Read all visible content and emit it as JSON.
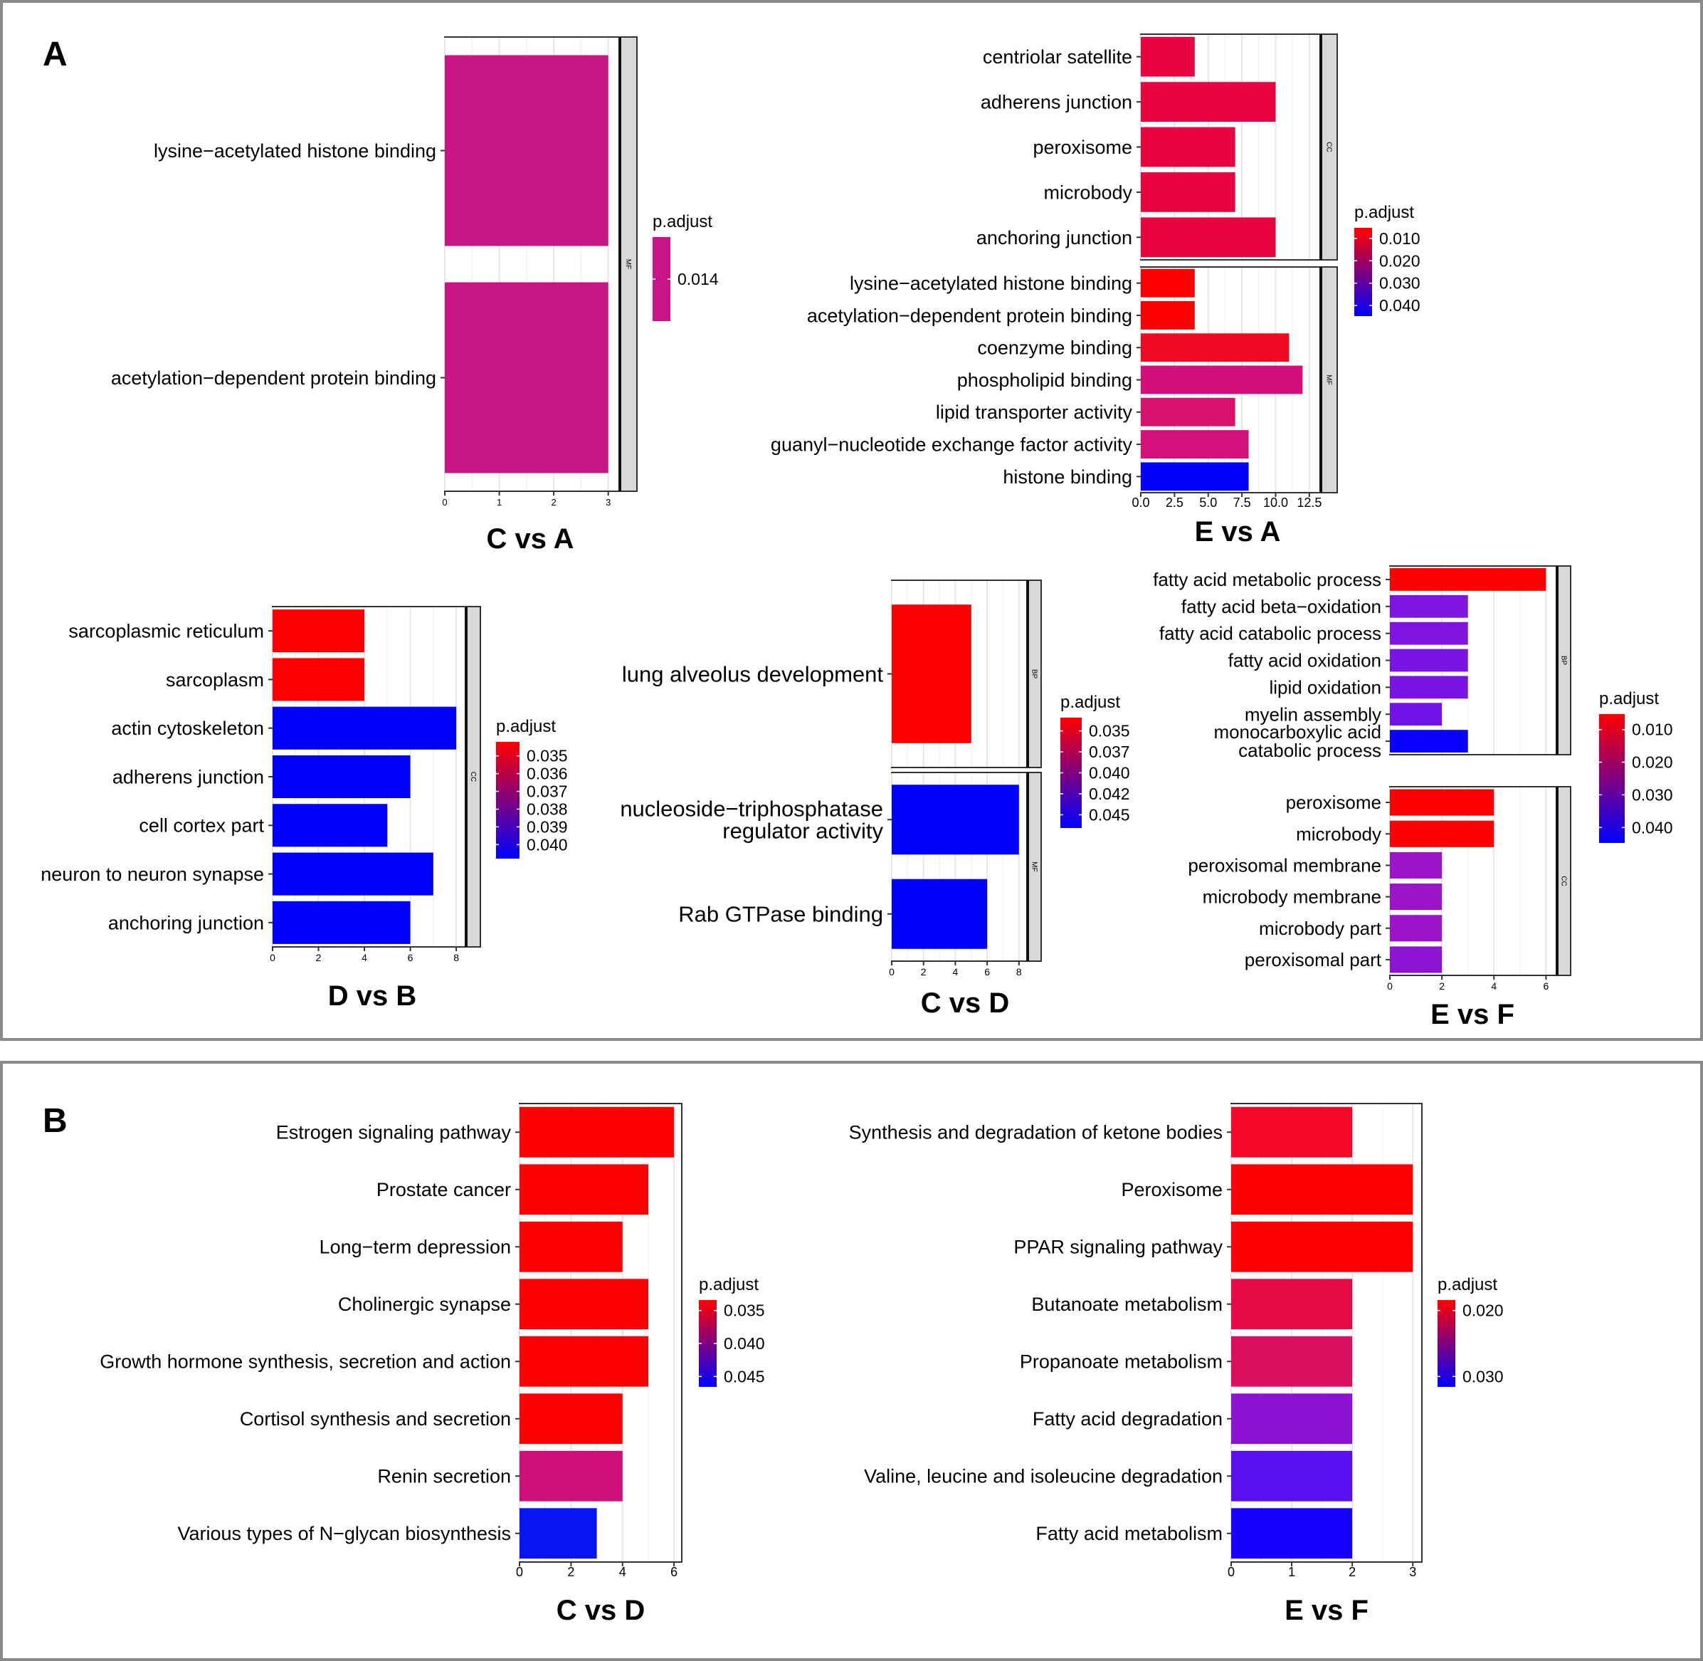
{
  "panels": {
    "A": {
      "label": "A"
    },
    "B": {
      "label": "B"
    }
  },
  "legend_title": "p.adjust",
  "chart_data": [
    {
      "id": "C_vs_A_GO",
      "type": "bar",
      "orientation": "horizontal",
      "title": "C vs A",
      "xlim": [
        0,
        3.2
      ],
      "xticks": [
        "0",
        "1",
        "2",
        "3"
      ],
      "xtick_values": [
        0,
        1,
        2,
        3
      ],
      "facets": [
        {
          "strip": "MF",
          "categories": [
            "lysine−acetylated histone binding",
            "acetylation−dependent protein binding"
          ],
          "values": [
            3,
            3
          ],
          "colors": [
            "#C71585",
            "#C71585"
          ]
        }
      ],
      "legend": {
        "title": "p.adjust",
        "labels": [
          "0.014"
        ],
        "gradient": [
          "#C71585",
          "#C71585"
        ]
      }
    },
    {
      "id": "E_vs_A_GO",
      "type": "bar",
      "orientation": "horizontal",
      "title": "E vs A",
      "xlim": [
        0,
        13.3
      ],
      "xticks": [
        "0.0",
        "2.5",
        "5.0",
        "7.5",
        "10.0",
        "12.5"
      ],
      "xtick_values": [
        0,
        2.5,
        5,
        7.5,
        10,
        12.5
      ],
      "facets": [
        {
          "strip": "CC",
          "categories": [
            "centriolar satellite",
            "adherens junction",
            "peroxisome",
            "microbody",
            "anchoring junction"
          ],
          "values": [
            4,
            10,
            7,
            7,
            10
          ],
          "colors": [
            "#E8053F",
            "#E8053F",
            "#E8053F",
            "#E8053F",
            "#E8053F"
          ]
        },
        {
          "strip": "MF",
          "categories": [
            "lysine−acetylated histone binding",
            "acetylation−dependent protein binding",
            "coenzyme binding",
            "phospholipid binding",
            "lipid transporter activity",
            "guanyl−nucleotide exchange factor activity",
            "histone binding"
          ],
          "values": [
            4,
            4,
            11,
            12,
            7,
            8,
            8
          ],
          "colors": [
            "#FF0000",
            "#FF0000",
            "#F00920",
            "#D30F7A",
            "#D8106E",
            "#D4107A",
            "#0000FF"
          ]
        }
      ],
      "legend": {
        "title": "p.adjust",
        "labels": [
          "0.010",
          "0.020",
          "0.030",
          "0.040"
        ],
        "gradient": [
          "#FF0000",
          "#0000FF"
        ]
      }
    },
    {
      "id": "D_vs_B_GO",
      "type": "bar",
      "orientation": "horizontal",
      "title": "D vs B",
      "xlim": [
        0,
        8.4
      ],
      "xticks": [
        "0",
        "2",
        "4",
        "6",
        "8"
      ],
      "xtick_values": [
        0,
        2,
        4,
        6,
        8
      ],
      "facets": [
        {
          "strip": "CC",
          "categories": [
            "sarcoplasmic reticulum",
            "sarcoplasm",
            "actin cytoskeleton",
            "adherens junction",
            "cell cortex part",
            "neuron to neuron synapse",
            "anchoring junction"
          ],
          "values": [
            4,
            4,
            8,
            6,
            5,
            7,
            6
          ],
          "colors": [
            "#FF0000",
            "#FF0000",
            "#0000FF",
            "#0000FF",
            "#0000FF",
            "#0000FF",
            "#0000FF"
          ]
        }
      ],
      "legend": {
        "title": "p.adjust",
        "labels": [
          "0.035",
          "0.036",
          "0.037",
          "0.038",
          "0.039",
          "0.040"
        ],
        "gradient": [
          "#FF0000",
          "#0000FF"
        ]
      }
    },
    {
      "id": "C_vs_D_GO",
      "type": "bar",
      "orientation": "horizontal",
      "title": "C vs D",
      "xlim": [
        0,
        8.5
      ],
      "xticks": [
        "0",
        "2",
        "4",
        "6",
        "8"
      ],
      "xtick_values": [
        0,
        2,
        4,
        6,
        8
      ],
      "facets": [
        {
          "strip": "BP",
          "categories": [
            "lung alveolus development"
          ],
          "values": [
            5
          ],
          "colors": [
            "#FF0000"
          ]
        },
        {
          "strip": "MF",
          "categories": [
            "nucleoside−triphosphatase\nregulator activity",
            "Rab GTPase binding"
          ],
          "values": [
            8,
            6
          ],
          "colors": [
            "#0000FF",
            "#0000FF"
          ]
        }
      ],
      "legend": {
        "title": "p.adjust",
        "labels": [
          "0.035",
          "0.037",
          "0.040",
          "0.042",
          "0.045"
        ],
        "gradient": [
          "#FF0000",
          "#0000FF"
        ]
      }
    },
    {
      "id": "E_vs_F_GO",
      "type": "bar",
      "orientation": "horizontal",
      "title": "E vs F",
      "xlim": [
        0,
        6.4
      ],
      "xticks": [
        "0",
        "2",
        "4",
        "6"
      ],
      "xtick_values": [
        0,
        2,
        4,
        6
      ],
      "facets": [
        {
          "strip": "BP",
          "categories": [
            "fatty acid metabolic process",
            "fatty acid beta−oxidation",
            "fatty acid catabolic process",
            "fatty acid oxidation",
            "lipid oxidation",
            "myelin assembly",
            "monocarboxylic acid\ncatabolic process"
          ],
          "values": [
            6,
            3,
            3,
            3,
            3,
            2,
            3
          ],
          "colors": [
            "#FF0000",
            "#7F14E0",
            "#7F14E0",
            "#7A14E3",
            "#7A14E3",
            "#7012E8",
            "#0A00FF"
          ]
        },
        {
          "strip": "CC",
          "categories": [
            "peroxisome",
            "microbody",
            "peroxisomal membrane",
            "microbody membrane",
            "microbody part",
            "peroxisomal part"
          ],
          "values": [
            4,
            4,
            2,
            2,
            2,
            2
          ],
          "colors": [
            "#FF0000",
            "#FF0000",
            "#9A15C8",
            "#9A15C8",
            "#9A15C8",
            "#8C14D2"
          ]
        }
      ],
      "legend": {
        "title": "p.adjust",
        "labels": [
          "0.010",
          "0.020",
          "0.030",
          "0.040"
        ],
        "gradient": [
          "#FF0000",
          "#0000FF"
        ]
      }
    },
    {
      "id": "C_vs_D_KEGG",
      "type": "bar",
      "orientation": "horizontal",
      "title": "C vs D",
      "xlim": [
        0,
        6.3
      ],
      "xticks": [
        "0",
        "2",
        "4",
        "6"
      ],
      "xtick_values": [
        0,
        2,
        4,
        6
      ],
      "facets": [
        {
          "strip": "",
          "categories": [
            "Estrogen signaling pathway",
            "Prostate cancer",
            "Long−term depression",
            "Cholinergic synapse",
            "Growth hormone synthesis, secretion and action",
            "Cortisol synthesis and secretion",
            "Renin secretion",
            "Various types of N−glycan biosynthesis"
          ],
          "values": [
            6,
            5,
            4,
            5,
            5,
            4,
            4,
            3
          ],
          "colors": [
            "#FF0000",
            "#FF0000",
            "#FF0000",
            "#FF0000",
            "#FF0000",
            "#FF0000",
            "#D0107A",
            "#0A14F0"
          ]
        }
      ],
      "legend": {
        "title": "p.adjust",
        "labels": [
          "0.035",
          "0.040",
          "0.045"
        ],
        "gradient": [
          "#FF0000",
          "#0000FF"
        ]
      }
    },
    {
      "id": "E_vs_F_KEGG",
      "type": "bar",
      "orientation": "horizontal",
      "title": "E vs F",
      "xlim": [
        0,
        3.15
      ],
      "xticks": [
        "0",
        "1",
        "2",
        "3"
      ],
      "xtick_values": [
        0,
        1,
        2,
        3
      ],
      "facets": [
        {
          "strip": "",
          "categories": [
            "Synthesis and degradation of ketone bodies",
            "Peroxisome",
            "PPAR signaling pathway",
            "Butanoate metabolism",
            "Propanoate metabolism",
            "Fatty acid degradation",
            "Valine, leucine and isoleucine degradation",
            "Fatty acid metabolism"
          ],
          "values": [
            2,
            3,
            3,
            2,
            2,
            2,
            2,
            2
          ],
          "colors": [
            "#F5072A",
            "#FF0000",
            "#FF0000",
            "#E30A45",
            "#DA0F60",
            "#8A14D2",
            "#5A10EE",
            "#1500FF"
          ]
        }
      ],
      "legend": {
        "title": "p.adjust",
        "labels": [
          "0.020",
          "0.030"
        ],
        "gradient": [
          "#FF0000",
          "#0000FF"
        ]
      }
    }
  ]
}
